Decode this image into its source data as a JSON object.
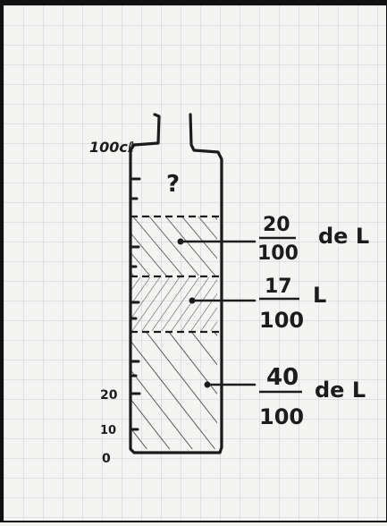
{
  "container": {
    "top_label": "100cℓ",
    "unknown_label": "?",
    "scale_labels": {
      "twenty": "20",
      "ten": "10",
      "zero": "0"
    }
  },
  "sections": [
    {
      "numerator": "20",
      "denominator": "100",
      "unit": "de L"
    },
    {
      "numerator": "17",
      "denominator": "100",
      "unit": "L"
    },
    {
      "numerator": "40",
      "denominator": "100",
      "unit": "de L"
    }
  ],
  "colors": {
    "ink": "#1c1c1c",
    "paper": "#f4f4f2",
    "grid": "#c9cdd4",
    "border": "#111111"
  }
}
